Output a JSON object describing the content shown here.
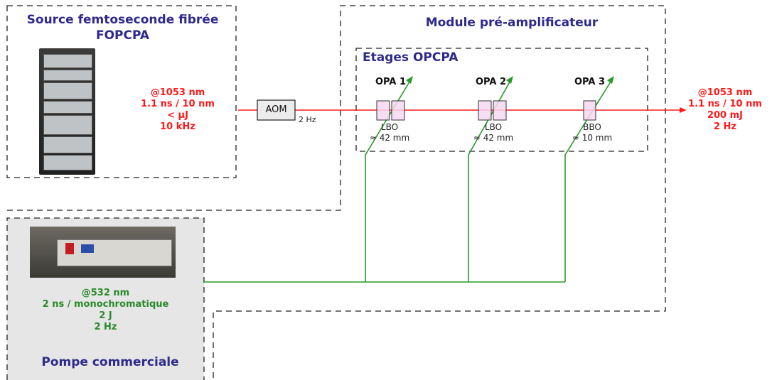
{
  "source": {
    "title_line1": "Source femtoseconde fibrée",
    "title_line2": "FOPCPA",
    "specs": [
      "@1053 nm",
      "1.1 ns / 10 nm",
      "< µJ",
      "10 kHz"
    ]
  },
  "aom": {
    "label": "AOM",
    "rate": "2 Hz"
  },
  "module": {
    "title": "Module pré-amplificateur"
  },
  "etages": {
    "title": "Etages OPCPA"
  },
  "opas": [
    {
      "name": "OPA 1",
      "crystal": "LBO",
      "length": "≈ 42 mm"
    },
    {
      "name": "OPA 2",
      "crystal": "LBO",
      "length": "≈ 42 mm"
    },
    {
      "name": "OPA 3",
      "crystal": "BBO",
      "length": "≈ 10 mm"
    }
  ],
  "output": {
    "specs": [
      "@1053 nm",
      "1.1 ns / 10 nm",
      "200 mJ",
      "2 Hz"
    ]
  },
  "pump": {
    "title": "Pompe commerciale",
    "specs": [
      "@532 nm",
      "2 ns / monochromatique",
      "2 J",
      "2 Hz"
    ]
  },
  "colors": {
    "title": "#2e2a8c",
    "beam_red": "#ff1a1a",
    "beam_green": "#2a8a2a",
    "crystal": "#f6d8f0"
  }
}
